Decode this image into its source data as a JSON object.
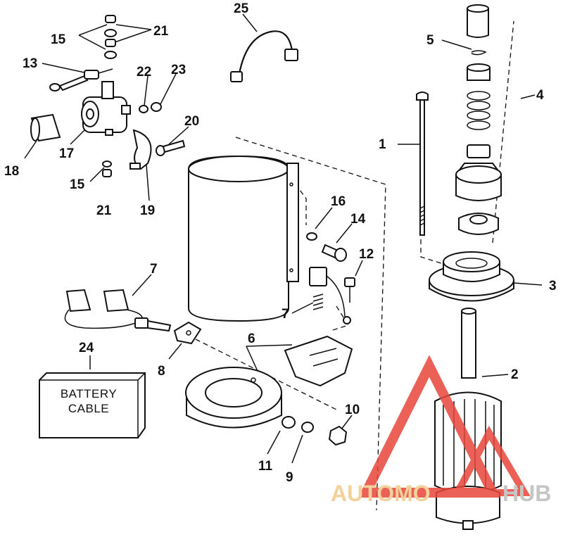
{
  "callouts": {
    "n1": "1",
    "n2": "2",
    "n3": "3",
    "n4": "4",
    "n5": "5",
    "n6": "6",
    "n7a": "7",
    "n7b": "7",
    "n8": "8",
    "n9": "9",
    "n10": "10",
    "n11": "11",
    "n12": "12",
    "n13": "13",
    "n14": "14",
    "n15a": "15",
    "n15b": "15",
    "n16": "16",
    "n17": "17",
    "n18": "18",
    "n19": "19",
    "n20": "20",
    "n21a": "21",
    "n21b": "21",
    "n22": "22",
    "n23": "23",
    "n24": "24",
    "n25": "25"
  },
  "battery_box": {
    "line1": "BATTERY",
    "line2": "CABLE"
  },
  "watermark": {
    "text_a": "AUTOMO",
    "text_b": "HUB",
    "color_a": "#f2c98a",
    "color_b": "#bdbdbd",
    "triangle_color": "#e8463c"
  }
}
